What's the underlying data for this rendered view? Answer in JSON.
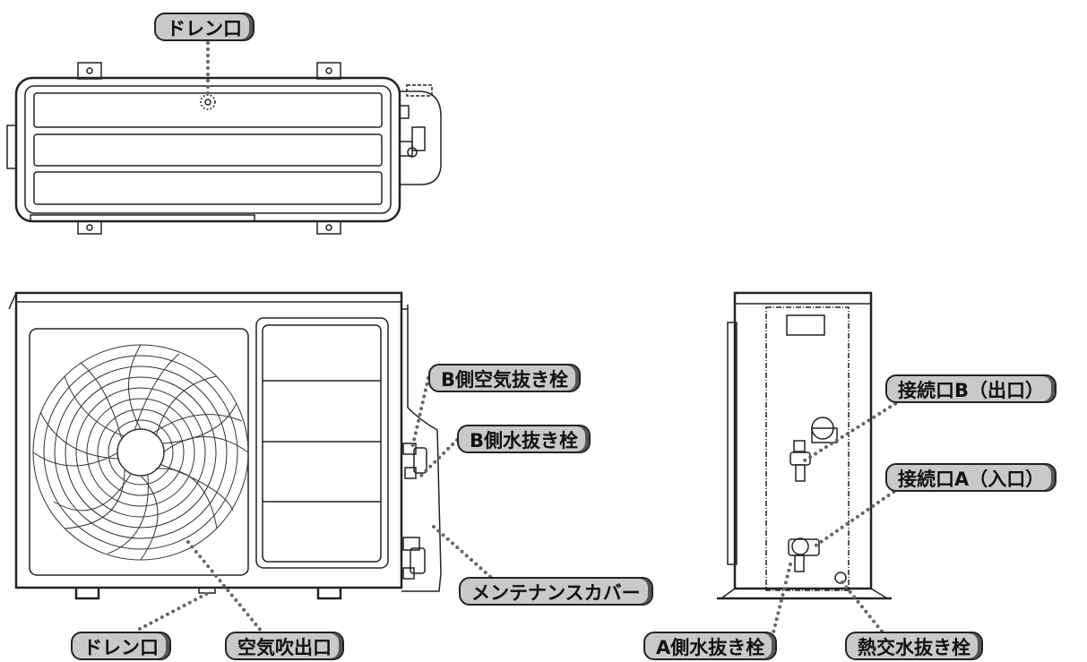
{
  "labels": {
    "top_drain": "ドレン口",
    "b_air_vent": "B側空気抜き栓",
    "b_water_drain": "B側水抜き栓",
    "maintenance_cover": "メンテナンスカバー",
    "front_drain": "ドレン口",
    "air_outlet": "空気吹出口",
    "port_b_outlet": "接続口B（出口）",
    "port_a_inlet": "接続口A（入口）",
    "a_water_drain": "A側水抜き栓",
    "heat_exchanger_drain": "熱交水抜き栓"
  },
  "colors": {
    "label_fill": "#c9c9c9",
    "label_border": "#222222",
    "leader_dots": "#666666",
    "line_art": "#222222"
  }
}
